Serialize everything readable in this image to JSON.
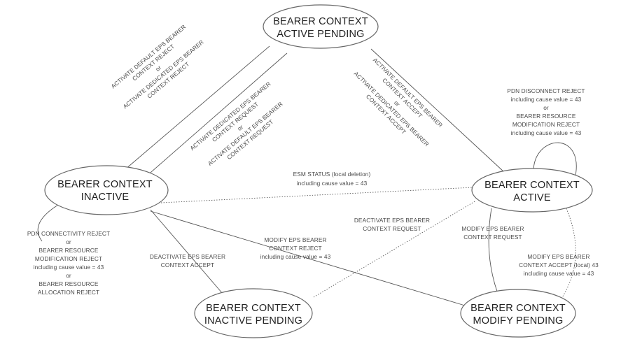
{
  "states": {
    "active_pending": [
      "BEARER CONTEXT",
      "ACTIVE PENDING"
    ],
    "inactive": [
      "BEARER CONTEXT",
      "INACTIVE"
    ],
    "active": [
      "BEARER CONTEXT",
      "ACTIVE"
    ],
    "inactive_pending": [
      "BEARER CONTEXT",
      "INACTIVE PENDING"
    ],
    "modify_pending": [
      "BEARER CONTEXT",
      "MODIFY PENDING"
    ]
  },
  "labels": {
    "inactive_to_active_pending_reject": [
      "ACTIVATE DEFAULT EPS BEARER",
      "CONTEXT REJECT",
      "or",
      "ACTIVATE DEDICATED EPS BEARER",
      "CONTEXT REJECT"
    ],
    "inactive_to_active_pending_request": [
      "ACTIVATE DEDICATED EPS BEARER",
      "CONTEXT REQUEST",
      "or",
      "ACTIVATE DEFAULT EPS BEARER",
      "CONTEXT REQUEST"
    ],
    "active_pending_to_active": [
      "ACTIVATE DEFAULT EPS BEARER",
      "CONTEXT ACCEPT",
      "or",
      "ACTIVATE DEDICATED EPS BEARER",
      "CONTEXT ACCEPT"
    ],
    "active_self_loop": [
      "PDN DISCONNECT REJECT",
      "including cause value = 43",
      "or",
      "BEARER RESOURCE",
      "MODIFICATION REJECT",
      "including cause value = 43"
    ],
    "active_to_inactive": [
      "ESM STATUS (local deletion)",
      "including cause value = 43"
    ],
    "inactive_self_left": [
      "PDN CONNECTIVITY REJECT",
      "or",
      "BEARER RESOURCE",
      "MODIFICATION REJECT",
      "including cause value = 43",
      "or",
      "BEARER RESOURCE",
      "ALLOCATION REJECT"
    ],
    "inactive_pending_to_inactive": [
      "DEACTIVATE EPS BEARER",
      "CONTEXT ACCEPT"
    ],
    "modify_to_inactive": [
      "MODIFY EPS BEARER",
      "CONTEXT REJECT",
      "including cause value = 43"
    ],
    "active_to_inactive_pending": [
      "DEACTIVATE EPS BEARER",
      "CONTEXT REQUEST"
    ],
    "active_to_modify": [
      "MODIFY EPS BEARER",
      "CONTEXT REQUEST"
    ],
    "modify_to_active": [
      "MODIFY EPS BEARER",
      "CONTEXT ACCEPT (local) 43",
      "including cause value = 43"
    ]
  }
}
